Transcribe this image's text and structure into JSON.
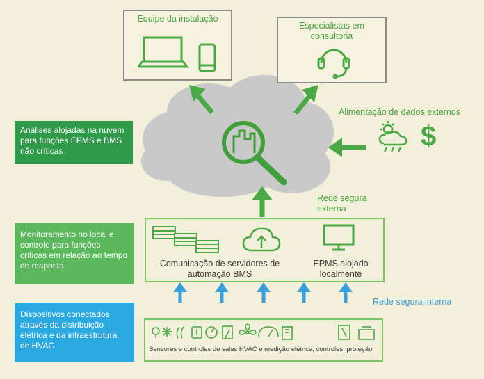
{
  "top_boxes": {
    "installation_team": "Equipe da instalação",
    "consulting_specialists": "Especialistas em consultoria"
  },
  "external_feed": "Alimentação de dados externos",
  "external_network": "Rede segura externa",
  "internal_network": "Rede segura interna",
  "panels": {
    "cloud_analytics": "Análises alojadas na nuvem para funções EPMS e BMS não críticas",
    "local_monitoring": "Monitoramento no local e controle para funções críticas em relação ao tempo de resposta",
    "connected_devices": "Dispositivos conectados através da distribuição elétrica e da infraestrutura de HVAC"
  },
  "local_box": {
    "bms_servers": "Comunicação de servidores de automação BMS",
    "epms_local": "EPMS alojado localmente"
  },
  "devices_caption": "Sensores e controles de salas HVAC e medição elétrica, controles, proteção",
  "colors": {
    "green_accent": "#46a23d",
    "panel_green_dark": "#2f9a49",
    "panel_green_light": "#5cb85c",
    "panel_blue": "#2aa9e0",
    "arrow_blue": "#3aa0dc",
    "cloud_gray": "#c8c8c8"
  }
}
